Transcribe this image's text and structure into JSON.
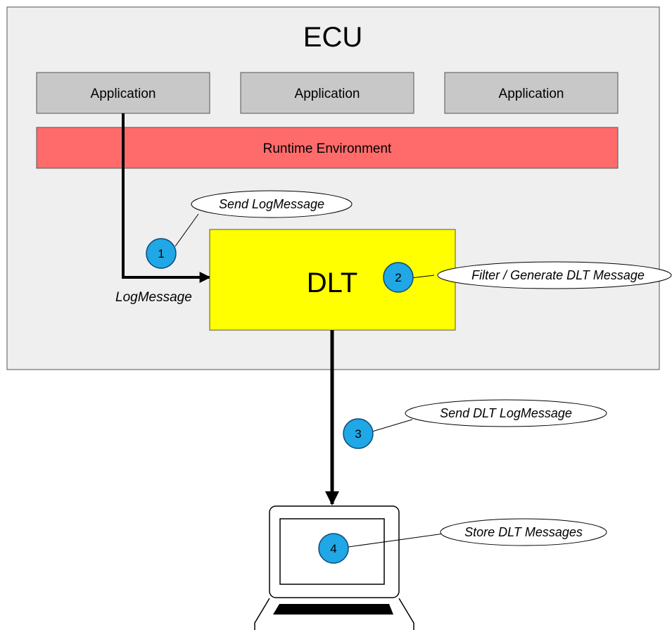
{
  "ecu": {
    "title": "ECU"
  },
  "applications": [
    {
      "label": "Application"
    },
    {
      "label": "Application"
    },
    {
      "label": "Application"
    }
  ],
  "runtime": {
    "label": "Runtime Environment"
  },
  "dlt": {
    "label": "DLT"
  },
  "arrow_labels": {
    "log_message": "LogMessage"
  },
  "steps": [
    {
      "number": "1",
      "callout": "Send LogMessage"
    },
    {
      "number": "2",
      "callout": "Filter / Generate DLT Message"
    },
    {
      "number": "3",
      "callout": "Send DLT LogMessage"
    },
    {
      "number": "4",
      "callout": "Store DLT Messages"
    }
  ],
  "colors": {
    "ecu_fill": "#efefef",
    "application_fill": "#c8c8c8",
    "runtime_fill": "#ff6b6b",
    "dlt_fill": "#ffff00",
    "step_circle": "#1fa7e6"
  },
  "icons": {
    "client": "laptop-icon"
  }
}
